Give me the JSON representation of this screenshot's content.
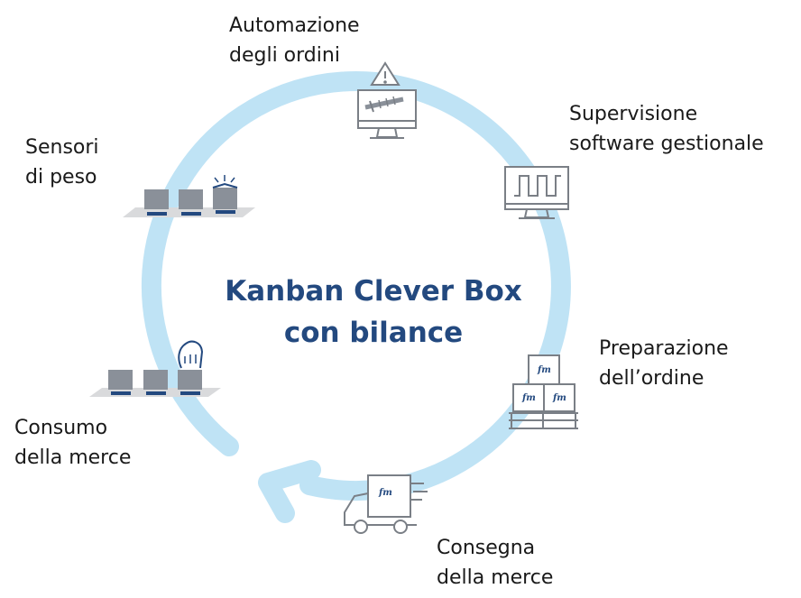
{
  "colors": {
    "cycle_arrow": "#bfe3f5",
    "accent_navy": "#23497f",
    "icon_gray": "#7a7f86",
    "shelf_gray": "#d9dadc",
    "box_gray": "#8a9099"
  },
  "title": {
    "line1": "Kanban Clever Box",
    "line2": "con bilance"
  },
  "steps": {
    "automazione": {
      "line1": "Automazione",
      "line2": "degli ordini",
      "icon": "monitor-warning-screw-icon"
    },
    "supervisione": {
      "line1": "Supervisione",
      "line2": "software gestionale",
      "icon": "monitor-signal-icon"
    },
    "preparazione": {
      "line1": "Preparazione",
      "line2": "dell’ordine",
      "icon": "pallet-boxes-icon",
      "box_logo": "fm"
    },
    "consegna": {
      "line1": "Consegna",
      "line2": "della merce",
      "icon": "delivery-truck-icon",
      "truck_logo": "fm"
    },
    "consumo": {
      "line1": "Consumo",
      "line2": "della merce",
      "icon": "shelf-hand-pick-icon"
    },
    "sensori": {
      "line1": "Sensori",
      "line2": "di peso",
      "icon": "shelf-weight-sensor-icon"
    }
  }
}
